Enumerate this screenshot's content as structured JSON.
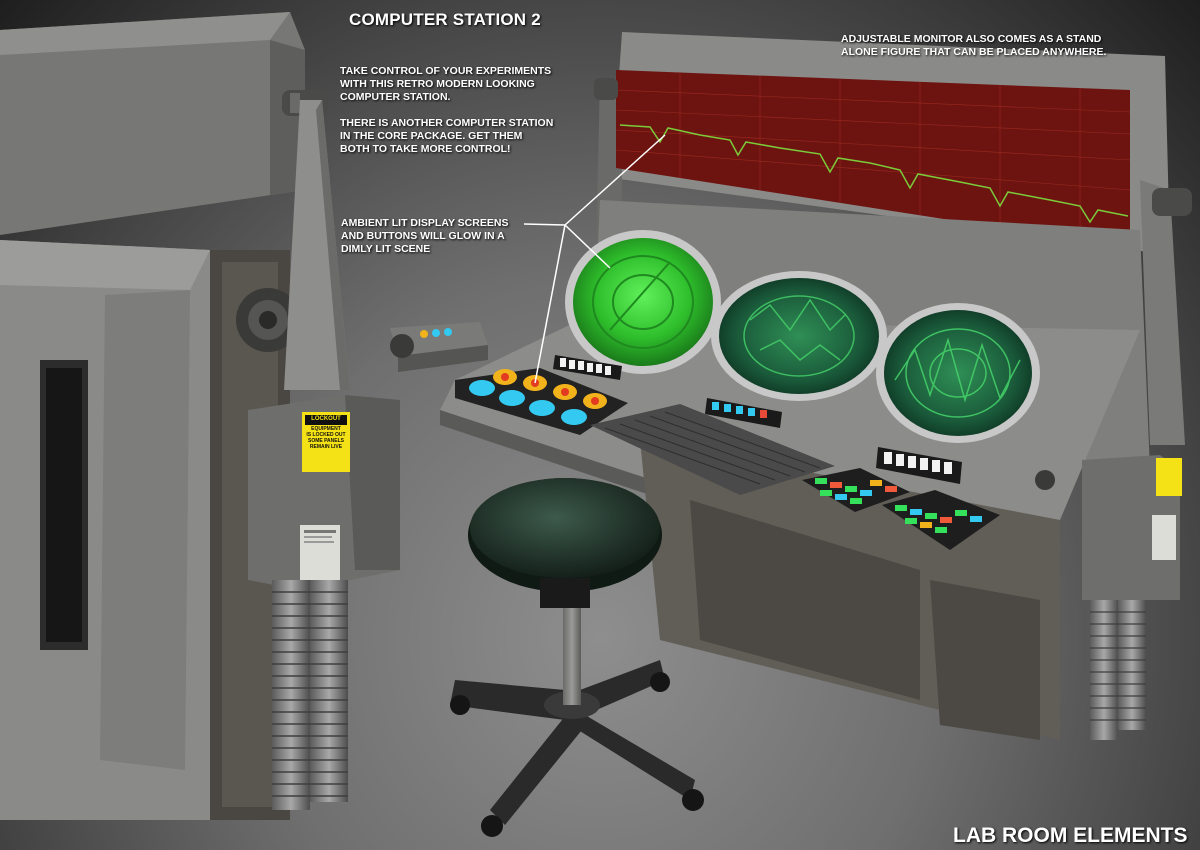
{
  "heading": {
    "title": "COMPUTER STATION 2",
    "intro": "TAKE CONTROL OF YOUR EXPERIMENTS\nWITH THIS RETRO MODERN LOOKING\nCOMPUTER STATION.\n\nTHERE IS ANOTHER COMPUTER STATION\nIN THE CORE PACKAGE.  GET THEM\nBOTH TO TAKE MORE CONTROL!"
  },
  "callouts": {
    "monitor": "ADJUSTABLE MONITOR ALSO COMES AS A STAND\nALONE FIGURE THAT CAN BE PLACED ANYWHERE.",
    "ambient": "AMBIENT LIT DISPLAY SCREENS\nAND BUTTONS WILL GLOW IN A\nDIMLY LIT SCENE"
  },
  "warning_label": {
    "header": "LOCKOUT",
    "line1": "EQUIPMENT",
    "line2": "IS LOCKED OUT",
    "line3": "SOME PANELS",
    "line4": "REMAIN LIVE"
  },
  "footer": {
    "label": "LAB ROOM ELEMENTS"
  },
  "colors": {
    "screen_green": "#3fd23a",
    "monitor_red": "#6e1410",
    "button_cyan": "#33c9f0",
    "button_yellow": "#f2b21b",
    "label_yellow": "#f5e216"
  }
}
